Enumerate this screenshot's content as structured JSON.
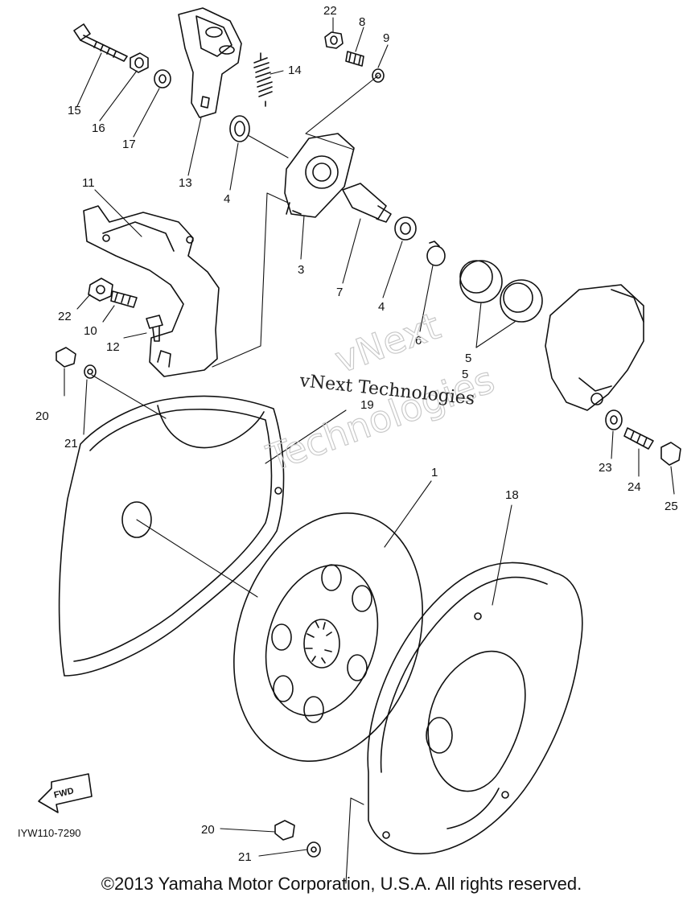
{
  "part_labels": [
    "22",
    "8",
    "9",
    "15",
    "16",
    "17",
    "14",
    "13",
    "4",
    "11",
    "3",
    "7",
    "4",
    "6",
    "5",
    "5",
    "22",
    "10",
    "12",
    "20",
    "21",
    "19",
    "1",
    "18",
    "23",
    "24",
    "25",
    "20",
    "21"
  ],
  "watermark": {
    "big_line1": "vNext",
    "big_line2": "Technologies",
    "small": "vNext Technologies"
  },
  "fwd_label": "FWD",
  "diagram_code": "IYW110-7290",
  "copyright": "©2013 Yamaha Motor Corporation, U.S.A. All rights reserved."
}
